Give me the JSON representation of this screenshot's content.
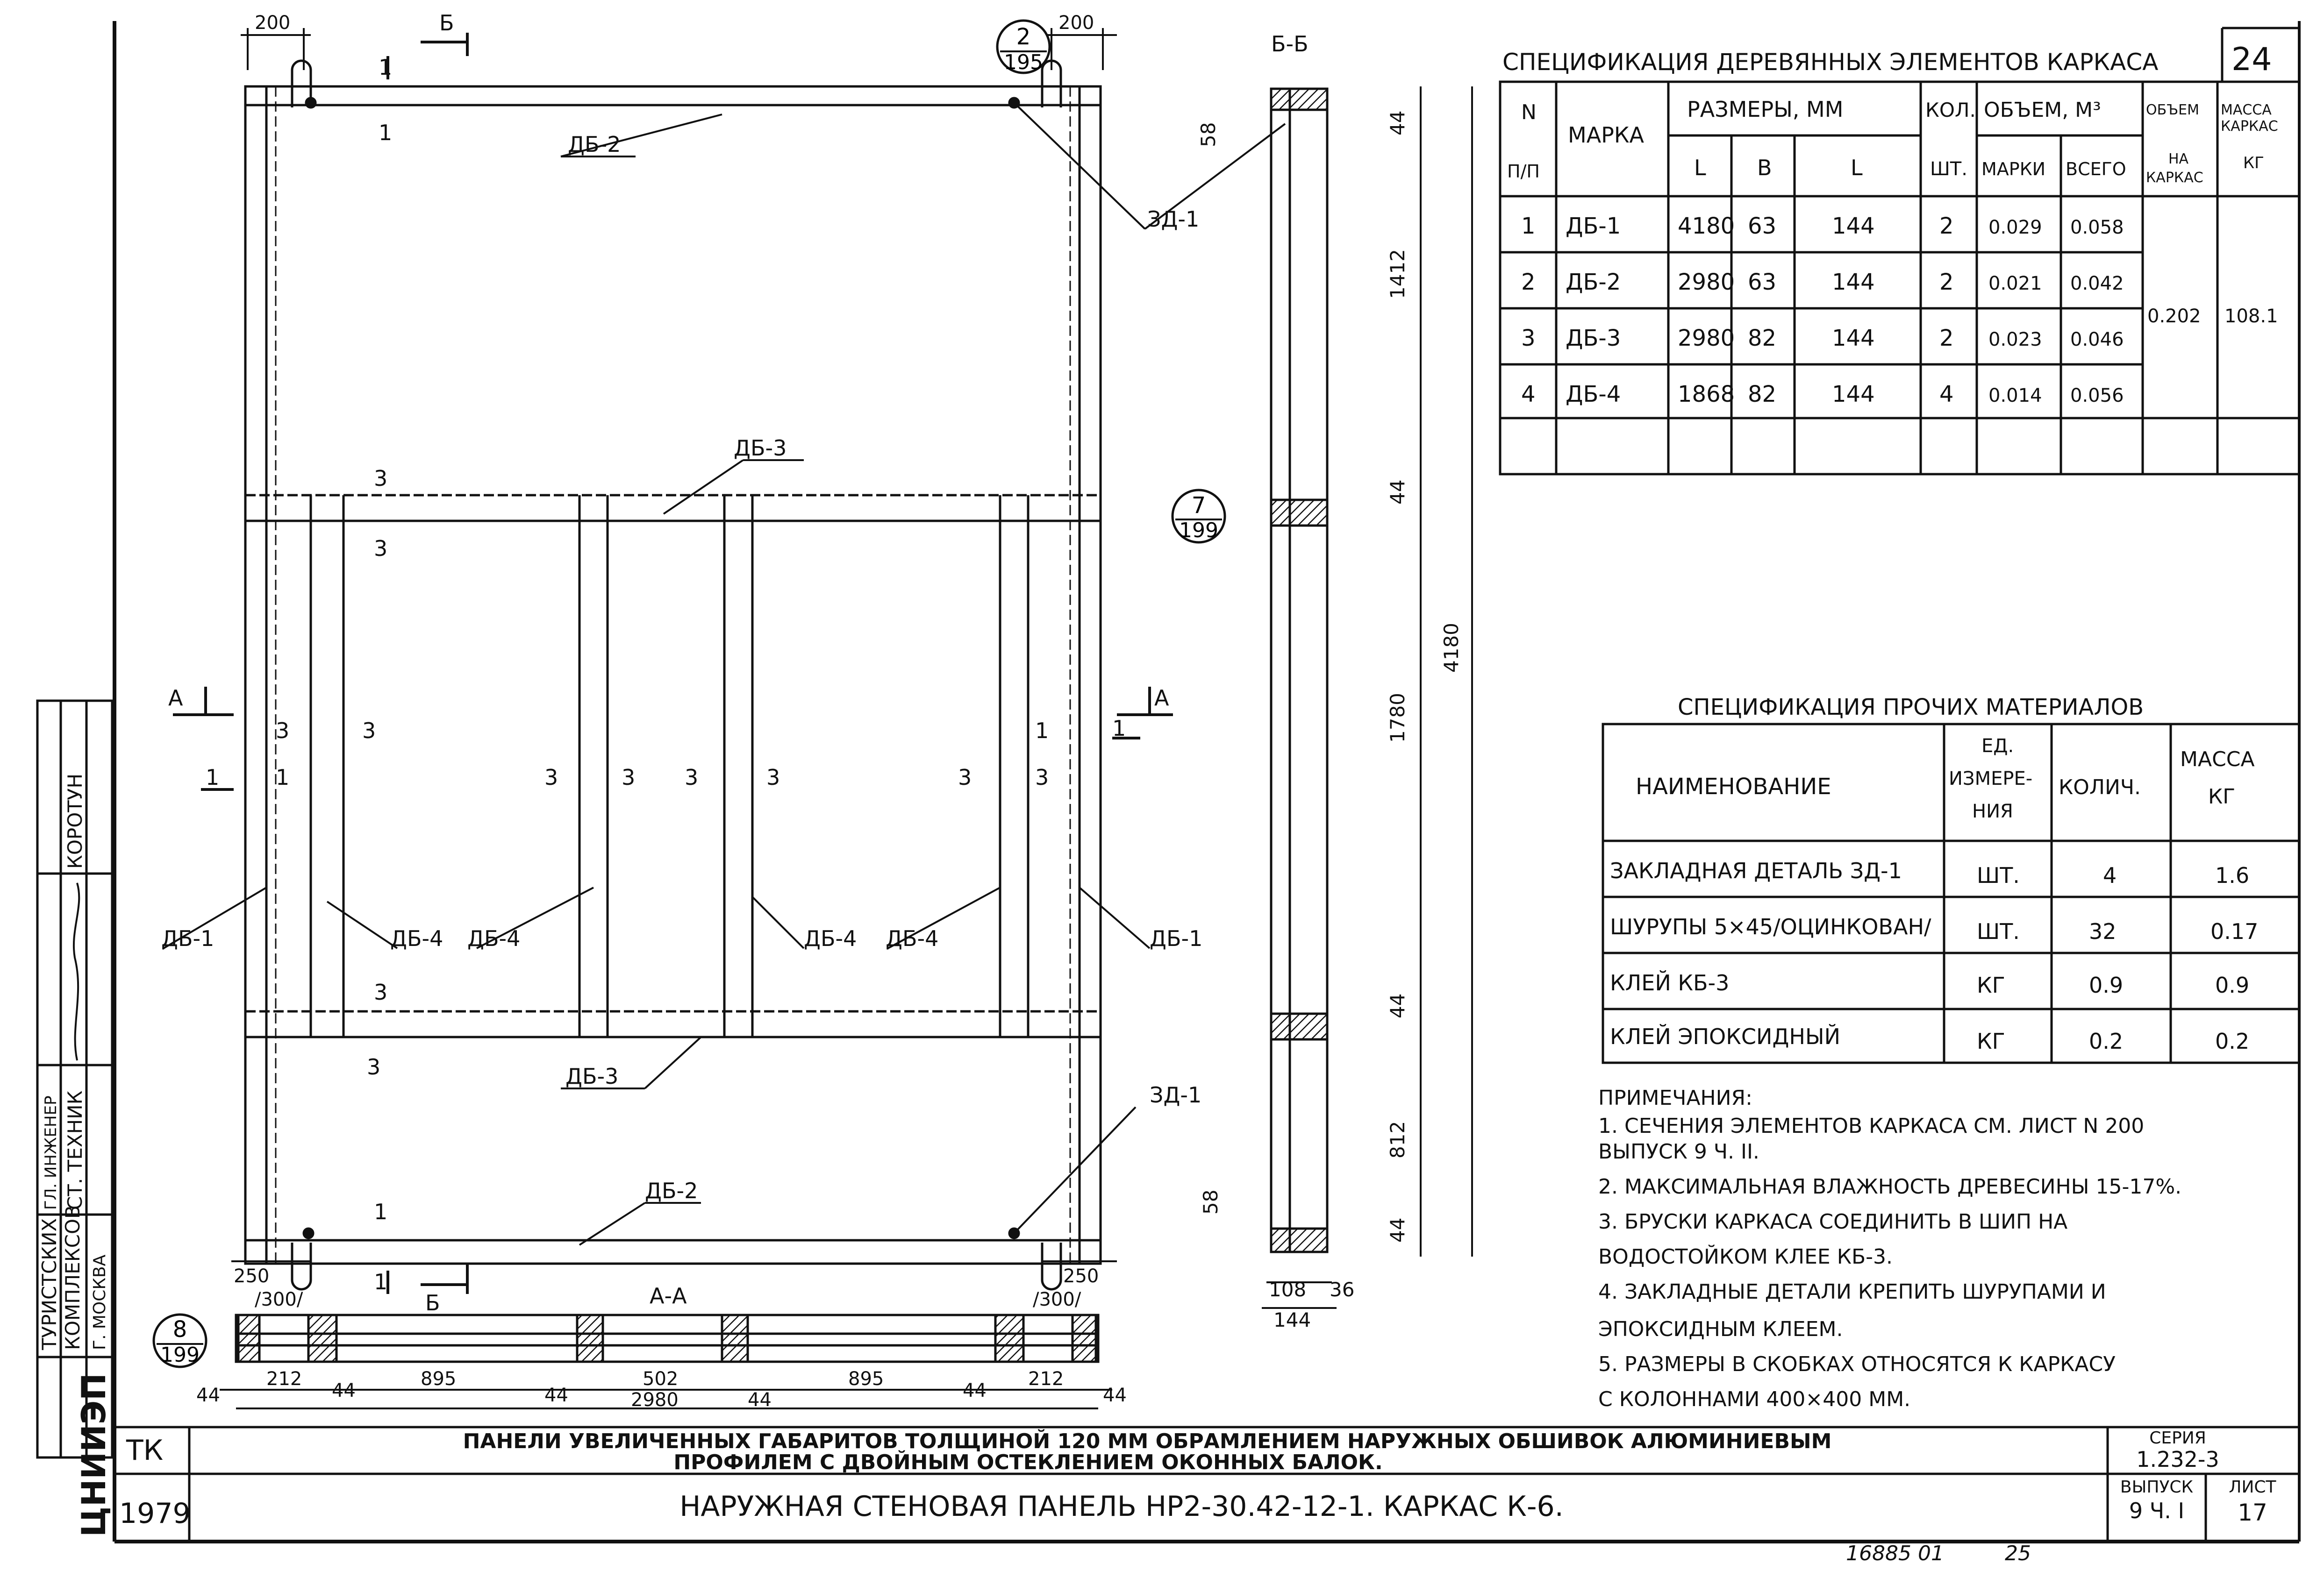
{
  "sheet_number": "24",
  "bottom_note": "16885 01",
  "bottom_note2": "25",
  "stamp": {
    "org_line1": "ТУРИСТСКИХ",
    "org_line2": "КОМПЛЕКСОВ",
    "org_line3": "Г. МОСКВА",
    "role1": "СТ. ТЕХНИК",
    "name1": "КОРОТУН",
    "role2": "ГЛ. ИНЖЕНЕР",
    "logo_text": "ЦНИИЭП"
  },
  "title_block": {
    "org": "ТК",
    "year": "1979",
    "line1": "ПАНЕЛИ УВЕЛИЧЕННЫХ ГАБАРИТОВ ТОЛЩИНОЙ 120 ММ ОБРАМЛЕНИЕМ НАРУЖНЫХ ОБШИВОК АЛЮМИНИЕВЫМ",
    "line2": "ПРОФИЛЕМ С ДВОЙНЫМ ОСТЕКЛЕНИЕМ ОКОННЫХ БАЛОК.",
    "line3": "НАРУЖНАЯ СТЕНОВАЯ ПАНЕЛЬ НР2-30.42-12-1. КАРКАС К-6.",
    "series_label": "СЕРИЯ",
    "series_value": "1.232-3",
    "issue_label": "ВЫПУСК",
    "issue_value": "9 Ч. I",
    "sheet_label": "ЛИСТ",
    "sheet_value": "17"
  },
  "wood_spec": {
    "title": "СПЕЦИФИКАЦИЯ ДЕРЕВЯННЫХ ЭЛЕМЕНТОВ КАРКАСА",
    "h_num": "N",
    "h_num2": "П/П",
    "h_mark": "МАРКА",
    "h_dims": "РАЗМЕРЫ, ММ",
    "h_L": "L",
    "h_B": "B",
    "h_H": "L",
    "h_qty": "КОЛ.",
    "h_qty2": "ШТ.",
    "h_vol": "ОБЪЕМ, М³",
    "h_vol_mark": "МАРКИ",
    "h_vol_total": "ВСЕГО",
    "h_vol_frame1": "ОБЪЕМ",
    "h_vol_frame2": "НА",
    "h_vol_frame3": "КАРКАС",
    "h_mass1": "МАССА",
    "h_mass2": "КАРКАС",
    "h_mass3": "КГ",
    "rows": [
      {
        "n": "1",
        "mark": "ДБ-1",
        "L": "4180",
        "B": "63",
        "H": "144",
        "qty": "2",
        "vm": "0.029",
        "vt": "0.058"
      },
      {
        "n": "2",
        "mark": "ДБ-2",
        "L": "2980",
        "B": "63",
        "H": "144",
        "qty": "2",
        "vm": "0.021",
        "vt": "0.042"
      },
      {
        "n": "3",
        "mark": "ДБ-3",
        "L": "2980",
        "B": "82",
        "H": "144",
        "qty": "2",
        "vm": "0.023",
        "vt": "0.046"
      },
      {
        "n": "4",
        "mark": "ДБ-4",
        "L": "1868",
        "B": "82",
        "H": "144",
        "qty": "4",
        "vm": "0.014",
        "vt": "0.056"
      }
    ],
    "vol_frame": "0.202",
    "mass_frame": "108.1"
  },
  "other_spec": {
    "title": "СПЕЦИФИКАЦИЯ ПРОЧИХ МАТЕРИАЛОВ",
    "h_name": "НАИМЕНОВАНИЕ",
    "h_unit1": "ЕД.",
    "h_unit2": "ИЗМЕРЕ-",
    "h_unit3": "НИЯ",
    "h_qty": "КОЛИЧ.",
    "h_mass1": "МАССА",
    "h_mass2": "КГ",
    "rows": [
      {
        "name": "ЗАКЛАДНАЯ ДЕТАЛЬ ЗД-1",
        "unit": "ШТ.",
        "qty": "4",
        "mass": "1.6"
      },
      {
        "name": "ШУРУПЫ 5×45/ОЦИНКОВАН/",
        "unit": "ШТ.",
        "qty": "32",
        "mass": "0.17"
      },
      {
        "name": "КЛЕЙ КБ-3",
        "unit": "КГ",
        "qty": "0.9",
        "mass": "0.9"
      },
      {
        "name": "КЛЕЙ ЭПОКСИДНЫЙ",
        "unit": "КГ",
        "qty": "0.2",
        "mass": "0.2"
      }
    ]
  },
  "notes": {
    "title": "ПРИМЕЧАНИЯ:",
    "items": [
      "1. СЕЧЕНИЯ ЭЛЕМЕНТОВ КАРКАСА СМ. ЛИСТ N 200",
      "ВЫПУСК 9 Ч. II.",
      "2. МАКСИМАЛЬНАЯ ВЛАЖНОСТЬ ДРЕВЕСИНЫ 15-17%.",
      "3. БРУСКИ КАРКАСА СОЕДИНИТЬ В ШИП НА",
      "ВОДОСТОЙКОМ КЛЕЕ КБ-3.",
      "4. ЗАКЛАДНЫЕ ДЕТАЛИ КРЕПИТЬ ШУРУПАМИ И",
      "ЭПОКСИДНЫМ КЛЕЕМ.",
      "5. РАЗМЕРЫ В СКОБКАХ ОТНОСЯТСЯ К КАРКАСУ",
      "С КОЛОННАМИ 400×400 ММ."
    ]
  },
  "drawing": {
    "labels": {
      "db1": "ДБ-1",
      "db2": "ДБ-2",
      "db3": "ДБ-3",
      "db4": "ДБ-4",
      "zd1": "ЗД-1",
      "sec_b": "Б",
      "sec_a": "А",
      "sec_bb": "Б-Б",
      "sec_aa": "А-А",
      "n1": "1",
      "n3": "3"
    },
    "dims": {
      "d200": "200",
      "d250": "250",
      "d300": "/300/",
      "d44": "44",
      "d58": "58",
      "d1412": "1412",
      "d1780": "1780",
      "d812": "812",
      "d4180": "4180",
      "d108": "108",
      "d36": "36",
      "d144": "144",
      "d212": "212",
      "d895": "895",
      "d502": "502",
      "d2980": "2980"
    },
    "callouts": [
      {
        "top": "2",
        "bottom": "195"
      },
      {
        "top": "7",
        "bottom": "199"
      },
      {
        "top": "8",
        "bottom": "199"
      }
    ]
  }
}
